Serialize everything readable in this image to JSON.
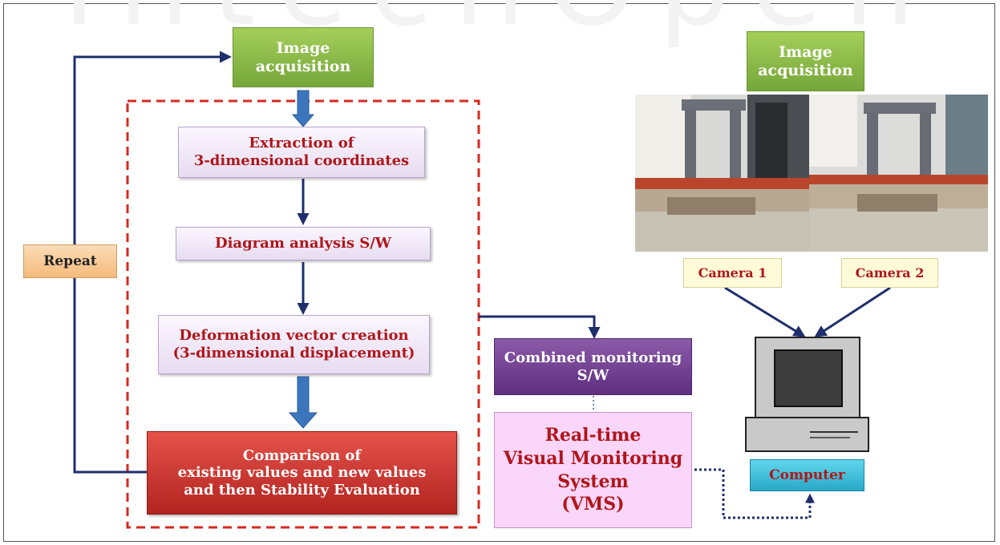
{
  "watermark": "IntechOpen",
  "nodes": {
    "image_acquisition_left": [
      "Image",
      "acquisition"
    ],
    "extraction": [
      "Extraction of",
      "3-dimensional coordinates"
    ],
    "diagram_analysis": [
      "Diagram analysis S/W"
    ],
    "deformation": [
      "Deformation vector creation",
      "(3-dimensional displacement)"
    ],
    "comparison": [
      "Comparison of",
      "existing values and new values",
      "and then Stability Evaluation"
    ],
    "repeat": [
      "Repeat"
    ],
    "combined_monitoring": [
      "Combined monitoring",
      "S/W"
    ],
    "vms": [
      "Real-time",
      "Visual Monitoring",
      "System",
      "(VMS)"
    ],
    "image_acquisition_right": [
      "Image",
      "acquisition"
    ],
    "camera1": [
      "Camera 1"
    ],
    "camera2": [
      "Camera 2"
    ],
    "computer": [
      "Computer"
    ]
  },
  "colors": {
    "arrow": "#1f2f6b",
    "dashed_border": "#d52a20",
    "node_text_red": "#b0161a"
  },
  "icons": [
    "computer-icon",
    "camera-photo-1",
    "camera-photo-2"
  ]
}
